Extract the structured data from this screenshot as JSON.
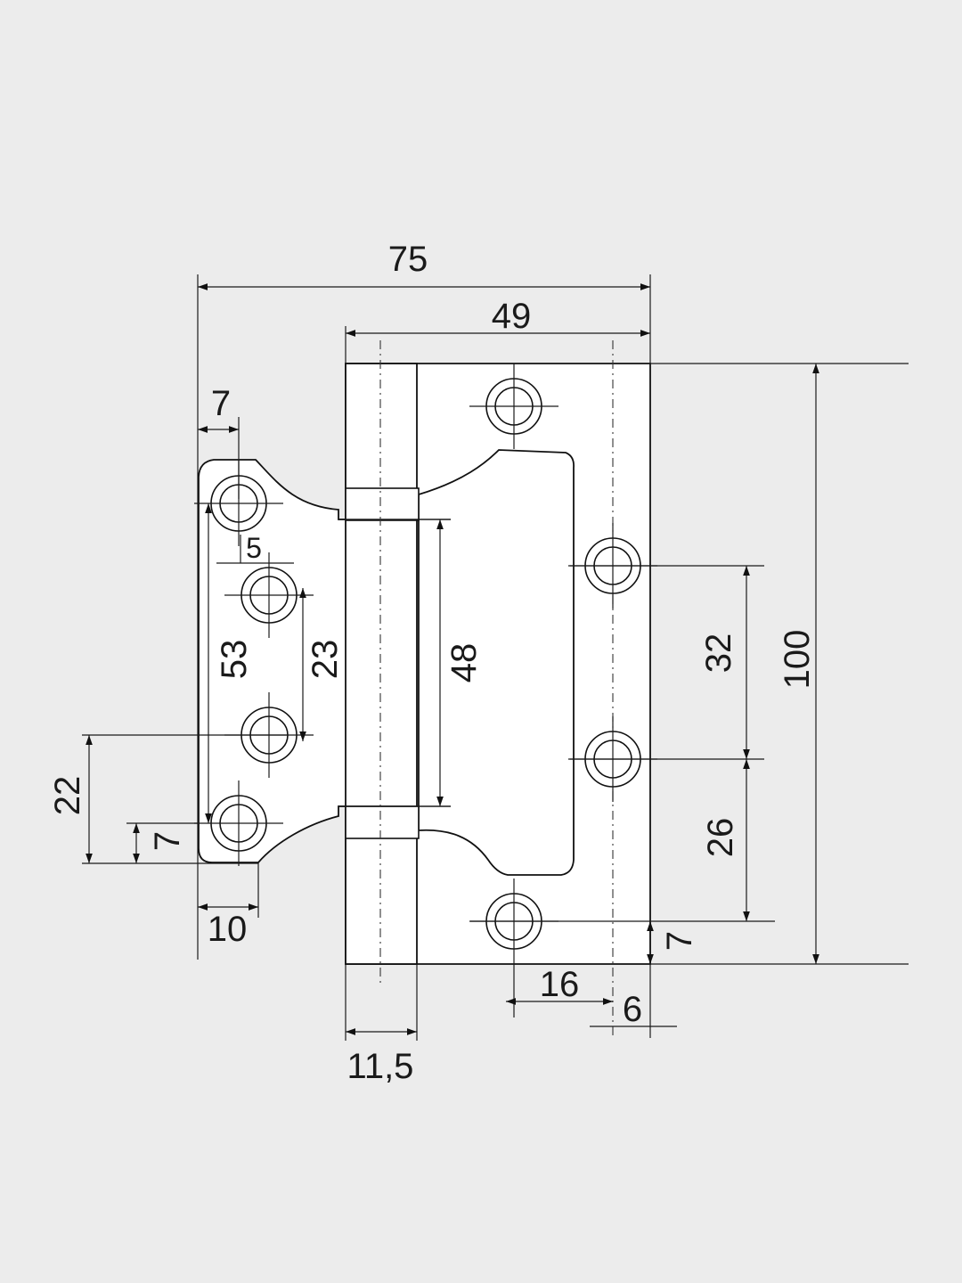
{
  "drawing": {
    "dimensions": {
      "total_width": "75",
      "leaf_width": "49",
      "height": "100",
      "left_edge_hole": "7",
      "hole_offset": "5",
      "outer_hole_spacing": "53",
      "inner_hole_spacing": "23",
      "slot_length": "48",
      "right_upper_spacing": "32",
      "right_lower_spacing": "26",
      "left_lower_height": "22",
      "left_bottom_hole": "7",
      "left_bottom_width": "10",
      "knuckle_width": "11,5",
      "hole_to_axis": "16",
      "axis_to_edge": "6",
      "right_bottom_hole": "7"
    }
  }
}
